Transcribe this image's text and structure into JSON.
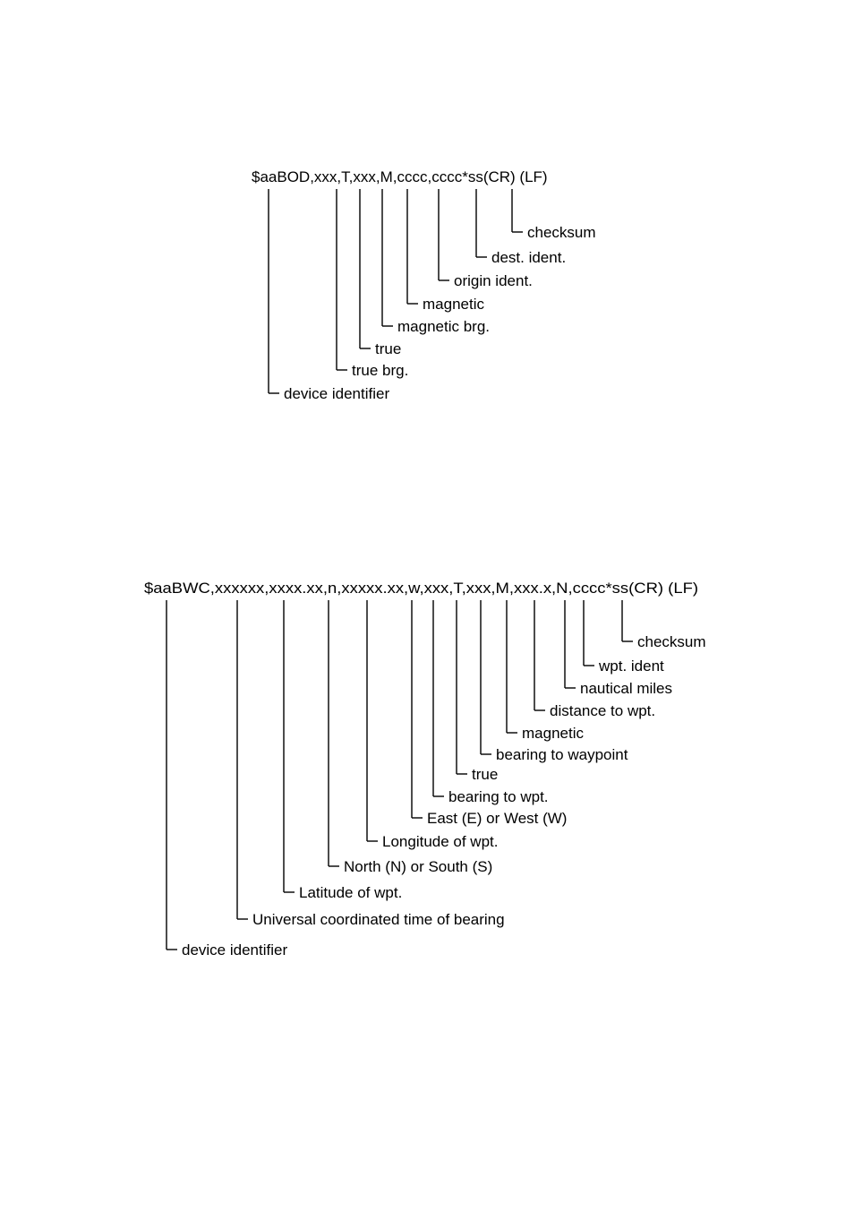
{
  "diagrams": [
    {
      "id": "bod",
      "sentence": "$aaBOD,xxx,T,xxx,M,cccc,cccc*ss(CR) (LF)",
      "fields": [
        {
          "label": "checksum"
        },
        {
          "label": "dest. ident."
        },
        {
          "label": "origin ident."
        },
        {
          "label": "magnetic"
        },
        {
          "label": "magnetic brg."
        },
        {
          "label": "true"
        },
        {
          "label": "true brg."
        },
        {
          "label": "device identifier"
        }
      ]
    },
    {
      "id": "bwc",
      "sentence": "$aaBWC,xxxxxx,xxxx.xx,n,xxxxx.xx,w,xxx,T,xxx,M,xxx.x,N,cccc*ss(CR) (LF)",
      "fields": [
        {
          "label": "checksum"
        },
        {
          "label": "wpt. ident"
        },
        {
          "label": "nautical miles"
        },
        {
          "label": "distance to wpt."
        },
        {
          "label": "magnetic"
        },
        {
          "label": "bearing to waypoint"
        },
        {
          "label": "true"
        },
        {
          "label": "bearing to wpt."
        },
        {
          "label": "East (E) or West (W)"
        },
        {
          "label": "Longitude of wpt."
        },
        {
          "label": "North (N) or South (S)"
        },
        {
          "label": "Latitude of wpt."
        },
        {
          "label": "Universal coordinated time of bearing"
        },
        {
          "label": "device identifier"
        }
      ]
    }
  ]
}
